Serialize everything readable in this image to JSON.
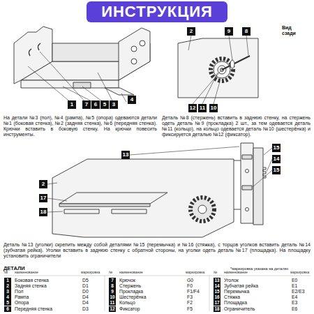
{
  "diagram": {
    "title": "ИНСТРУКЦИЯ",
    "labels": [
      "1",
      "7",
      "6",
      "5",
      "3",
      "4",
      "Вид сзади",
      "2",
      "9",
      "8",
      "12",
      "11",
      "10",
      "На детали №3 (пол), №4 (рампа), №5 (опора) одеваются детали №1 (боковая стенка), №2 (задняя стенка), №6 (передняя стенка). Крючки вставить в боковую стенку. На крючки повесить инструменты.",
      "Деталь №8 (стержень) вставить в заднюю стенку, на стержень одеть деталь №9 (прокладка) 2 шт., за тем одевается деталь №11 (кольцо), на кольцо одевается деталь №10 (шестерёнка) и фиксируется деталью №12 (фиксатор).",
      "13",
      "15",
      "14",
      "15",
      "2",
      "17",
      "18",
      "Деталь №13 (уголки) скрепить между собой деталями №15 (перемычка) и №16 (стяжка), с торцов уголков вставить деталь №14 (зубчатая рейка). Уголки вставить в заднюю стенку с обратной стороны, на уголки одеть деталь №17 (площадка). На площадку установить ограничители",
      "ДЕТАЛИ",
      "*маркировка указана на деталях",
      "№",
      "наименование",
      "маркировка",
      "№",
      "наименование",
      "маркировка",
      "№",
      "наименование",
      "маркировка",
      "1",
      "Боковая стенка",
      "D5",
      "2",
      "Задняя стенка",
      "D1",
      "3",
      "Пол",
      "D0",
      "4",
      "Рампа",
      "D4",
      "5",
      "Опора",
      "D4",
      "6",
      "Передняя стенка",
      "D3",
      "7",
      "Крючок",
      "G0",
      "8",
      "Стержень",
      "F0",
      "9",
      "Прокладка",
      "F1/F4",
      "10",
      "Шестерёнка",
      "F3",
      "11",
      "Кольцо",
      "F2",
      "12",
      "Фиксатор",
      "F5",
      "13",
      "Уголок",
      "E0",
      "14",
      "Зубчатая рейка",
      "E1",
      "15",
      "Перемычка",
      "E2/E3",
      "16",
      "Стяжка",
      "E4",
      "17",
      "Площадка",
      "E3",
      "18",
      "Ограничитель",
      "E6"
    ]
  }
}
